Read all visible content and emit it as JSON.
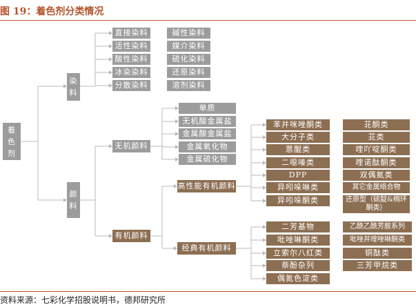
{
  "figure": {
    "title": "图 19：着色剂分类情况",
    "source": "资料来源：七彩化学招股说明书，德邦研究所"
  },
  "tree": {
    "root": "着色剂",
    "dyes": {
      "label": "染料",
      "left_list": [
        "直接染料",
        "活性染料",
        "酸性染料",
        "冰染染料",
        "分散染料"
      ],
      "right_list": [
        "碱性染料",
        "媒介染料",
        "硫化染料",
        "还原染料",
        "溶剂染料"
      ]
    },
    "pigments": {
      "label": "颜料",
      "inorganic": {
        "label": "无机颜料",
        "items": [
          "单质",
          "无机酸金属盐",
          "金属酸金属盐",
          "金属氧化物",
          "金属硫化物"
        ]
      },
      "organic": {
        "label": "有机颜料",
        "high_performance": {
          "label": "高性能有机颜料",
          "list_a": [
            "苯并咪唑酮类",
            "大分子类",
            "蒽醌类",
            "二噁嗪类",
            "DPP",
            "异吲哚啉类",
            "异吲哚酮类"
          ],
          "list_b": [
            "苝酮类",
            "苝类",
            "喹吖啶酮类",
            "喹诺酞酮类",
            "双偶氮类",
            "其它金属络合物",
            "还原型（硫靛&稠环酮类）"
          ]
        },
        "classic": {
          "label": "经典有机颜料",
          "list_a": [
            "二芳基物",
            "吡唑啉酮类",
            "立索尔八红类",
            "萘酚杂列",
            "偶氮色淀类"
          ],
          "list_b": [
            "乙酰乙酰芳胺系列",
            "吡唑并喹唑啉酮类",
            "铜酞类",
            "三芳甲烷类"
          ]
        }
      }
    }
  }
}
